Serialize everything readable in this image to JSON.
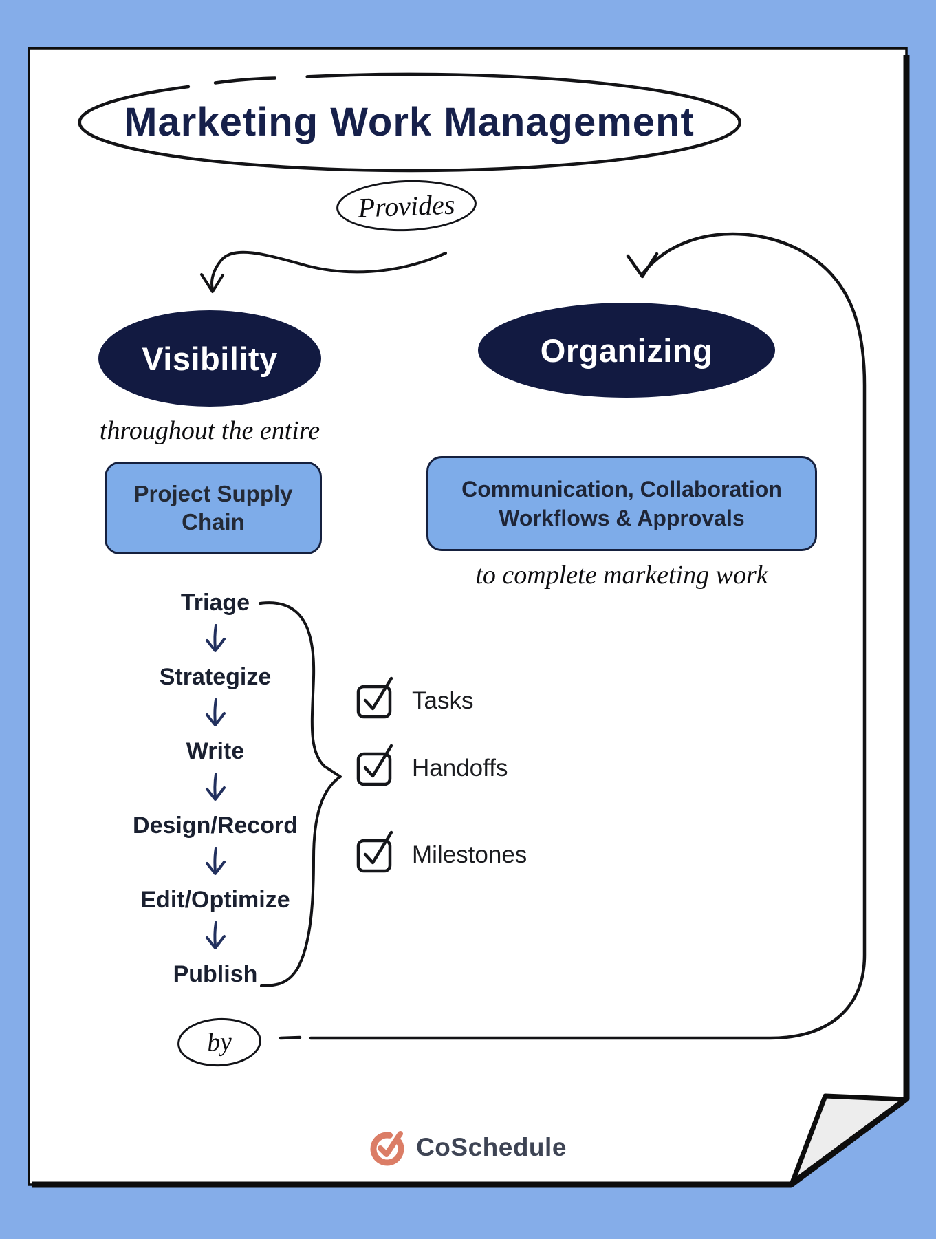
{
  "header": {
    "title": "Marketing Work Management",
    "provides_label": "Provides"
  },
  "visibility": {
    "label": "Visibility",
    "subtitle": "throughout the entire",
    "box_label": "Project Supply Chain"
  },
  "organizing": {
    "label": "Organizing",
    "box_line1": "Communication, Collaboration",
    "box_line2": "Workflows & Approvals",
    "subtitle": "to complete marketing work"
  },
  "flow": {
    "steps": [
      "Triage",
      "Strategize",
      "Write",
      "Design/Record",
      "Edit/Optimize",
      "Publish"
    ]
  },
  "checklist": {
    "items": [
      "Tasks",
      "Handoffs",
      "Milestones"
    ]
  },
  "connector": {
    "by_label": "by"
  },
  "footer": {
    "brand": "CoSchedule"
  },
  "colors": {
    "background_blue": "#85ADE9",
    "navy": "#121A41",
    "light_blue": "#7EACE9",
    "ink": "#131316",
    "arrow_navy": "#22305E",
    "coral": "#DB7D66",
    "brand_text": "#3E4454",
    "fold_gray": "#EDEDED"
  }
}
